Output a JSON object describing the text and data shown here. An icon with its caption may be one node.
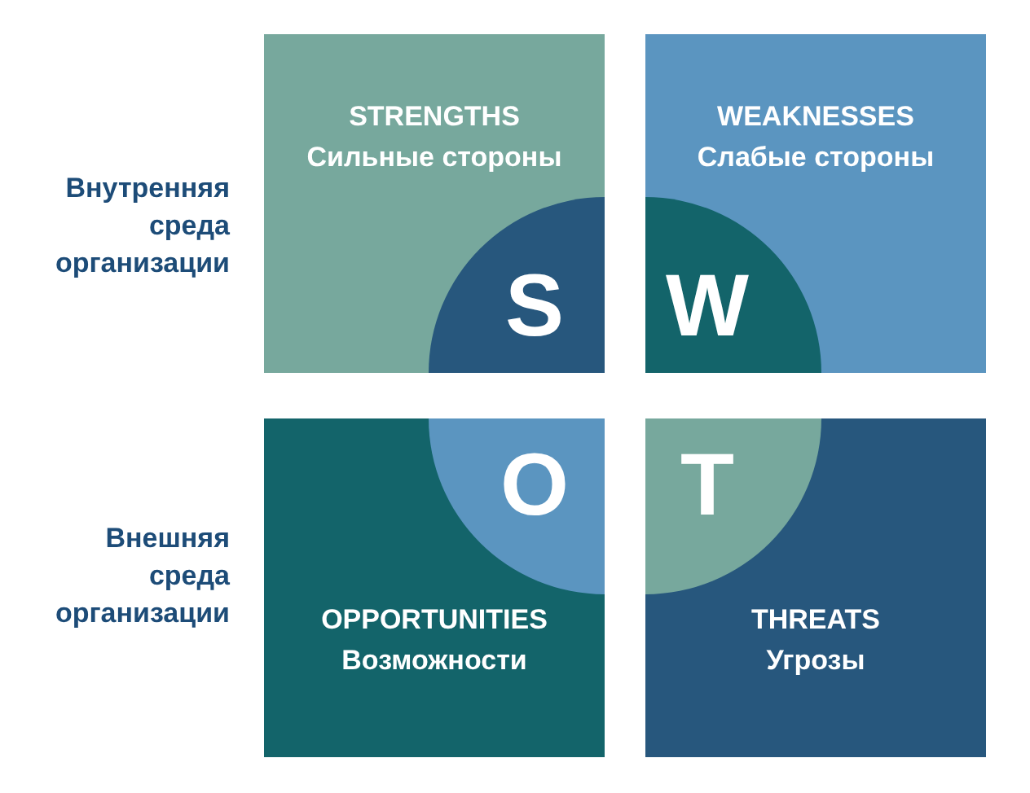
{
  "diagram": {
    "nodes": [
      {
        "text": [
          "STRENGTHS",
          "Сильные стороны"
        ]
      },
      {
        "text": [
          "S"
        ],
        "in": 0
      },
      {
        "text": [
          "WEAKNESSES",
          "Слабые стороны"
        ]
      },
      {
        "text": [
          "W"
        ],
        "in": 2
      },
      {
        "text": [
          "OPPORTUNITIES",
          "Возможности"
        ]
      },
      {
        "text": [
          "O"
        ],
        "in": 4
      },
      {
        "text": [
          "THREATS",
          "Угрозы"
        ]
      },
      {
        "text": [
          "T"
        ],
        "in": 6
      }
    ],
    "labels": [
      "Внутренняя среда организации",
      "Внешняя среда организации"
    ]
  }
}
